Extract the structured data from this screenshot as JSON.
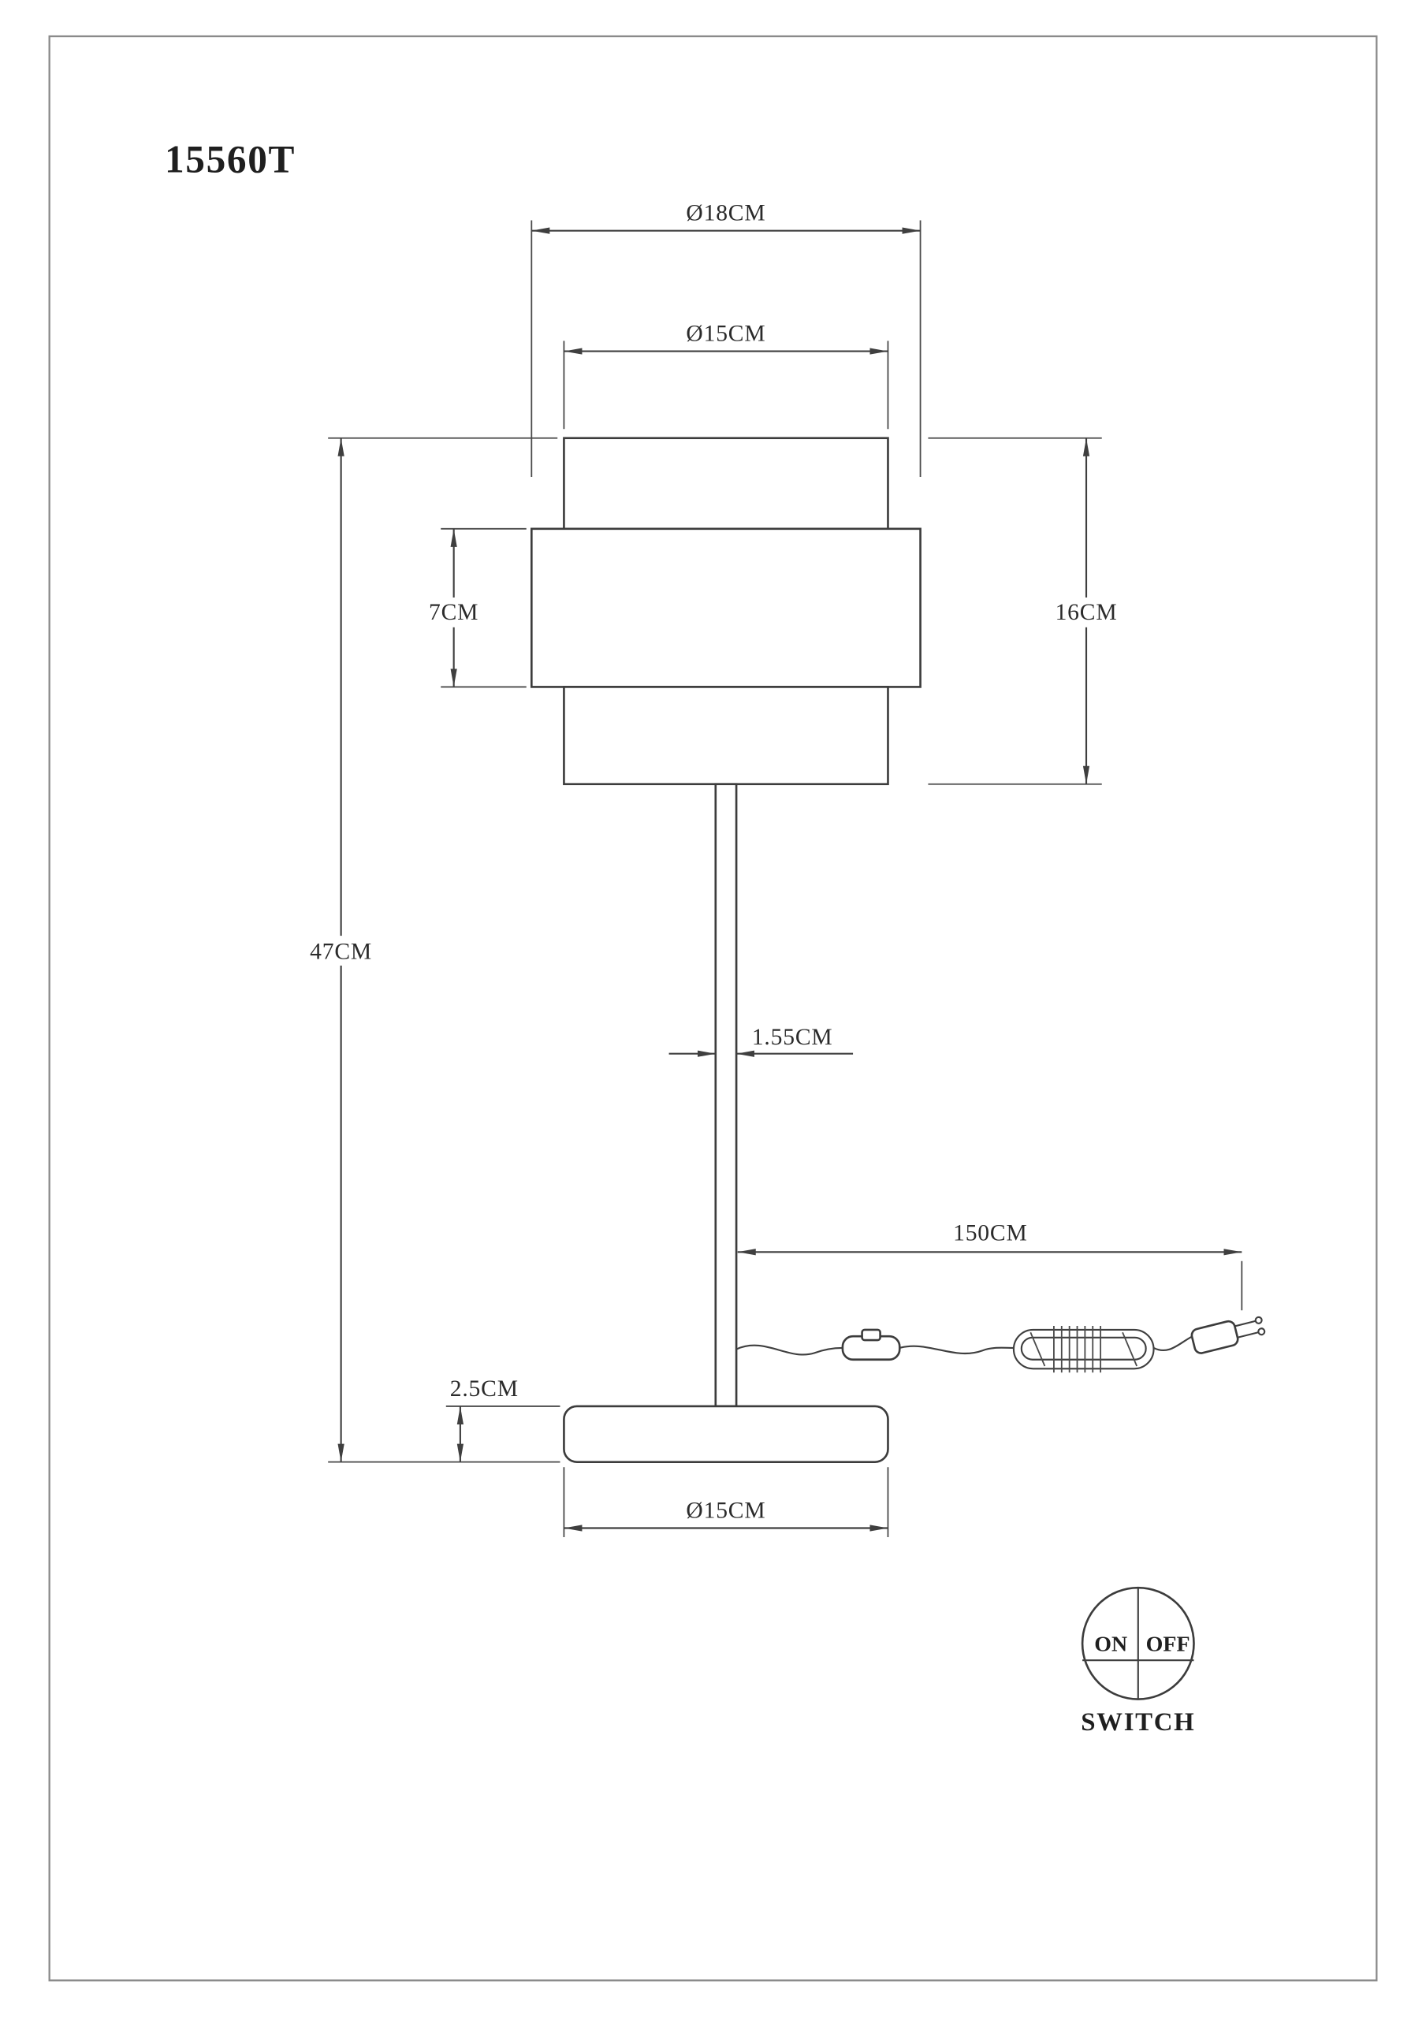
{
  "page": {
    "title": "15560T"
  },
  "colors": {
    "line": "#3f3f3f",
    "text": "#2b2b2b",
    "border": "#8a8a8a",
    "background": "#ffffff"
  },
  "dimensions": {
    "shade_outer_diameter": "Ø18CM",
    "shade_inner_diameter": "Ø15CM",
    "middle_band_height": "7CM",
    "shade_total_height": "16CM",
    "lamp_total_height": "47CM",
    "pole_diameter": "1.55CM",
    "cord_length": "150CM",
    "base_height": "2.5CM",
    "base_diameter": "Ø15CM"
  },
  "switch": {
    "on_label": "ON",
    "off_label": "OFF",
    "caption": "SWITCH"
  }
}
